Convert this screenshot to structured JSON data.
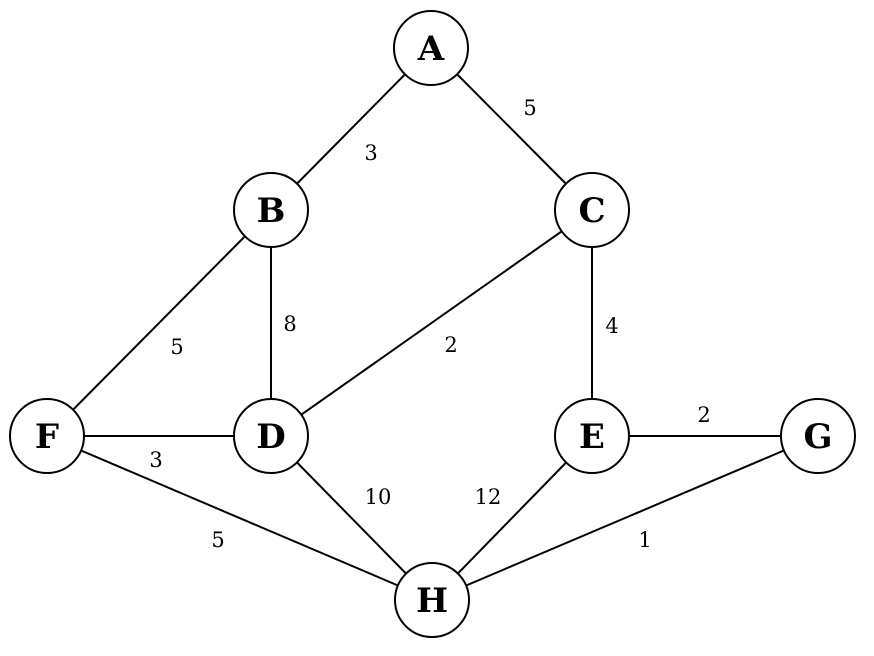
{
  "graph": {
    "type": "undirected weighted graph",
    "nodes": [
      {
        "id": "A",
        "label": "A"
      },
      {
        "id": "B",
        "label": "B"
      },
      {
        "id": "C",
        "label": "C"
      },
      {
        "id": "D",
        "label": "D"
      },
      {
        "id": "E",
        "label": "E"
      },
      {
        "id": "F",
        "label": "F"
      },
      {
        "id": "G",
        "label": "G"
      },
      {
        "id": "H",
        "label": "H"
      }
    ],
    "edges": [
      {
        "from": "A",
        "to": "B",
        "weight": "3"
      },
      {
        "from": "A",
        "to": "C",
        "weight": "5"
      },
      {
        "from": "B",
        "to": "D",
        "weight": "8"
      },
      {
        "from": "B",
        "to": "F",
        "weight": "5"
      },
      {
        "from": "C",
        "to": "D",
        "weight": "2"
      },
      {
        "from": "C",
        "to": "E",
        "weight": "4"
      },
      {
        "from": "F",
        "to": "D",
        "weight": "3"
      },
      {
        "from": "E",
        "to": "G",
        "weight": "2"
      },
      {
        "from": "F",
        "to": "H",
        "weight": "5"
      },
      {
        "from": "D",
        "to": "H",
        "weight": "10"
      },
      {
        "from": "E",
        "to": "H",
        "weight": "12"
      },
      {
        "from": "G",
        "to": "H",
        "weight": "1"
      }
    ]
  },
  "colors": {
    "stroke": "#000000",
    "node_fill": "#ffffff",
    "background": "#ffffff"
  }
}
